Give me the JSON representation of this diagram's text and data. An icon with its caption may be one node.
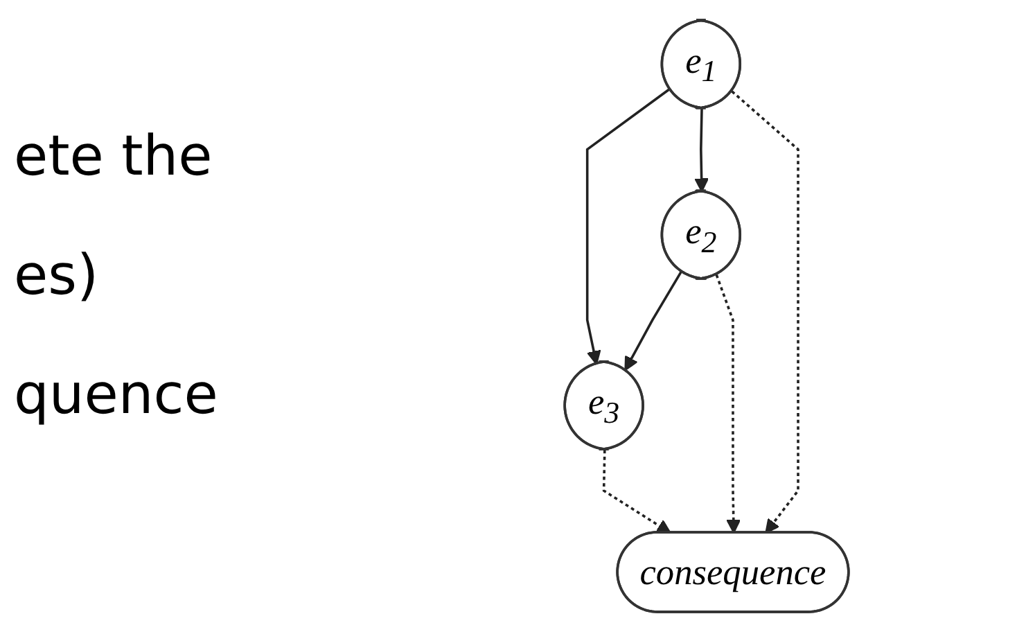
{
  "diagram": {
    "nodes": [
      {
        "text": [
          "e$_{1}$"
        ]
      },
      {
        "text": [
          "e$_{3}$"
        ]
      },
      {
        "text": [
          "e$_{2}$"
        ]
      },
      {
        "text": [
          "consequence"
        ]
      }
    ],
    "edges": [
      {
        "from": 0,
        "to": 1,
        "arrow": "to"
      },
      {
        "from": 0,
        "to": 2,
        "arrow": "to"
      },
      {
        "from": 2,
        "to": 1,
        "arrow": "to"
      },
      {
        "from": 0,
        "to": 3,
        "arrow": "to",
        "style": "dashed"
      },
      {
        "from": 2,
        "to": 3,
        "arrow": "to",
        "style": "dashed"
      },
      {
        "from": 1,
        "to": 3,
        "arrow": "to",
        "style": "dashed"
      }
    ],
    "labels": [
      "ete the",
      "es)",
      "quence"
    ]
  }
}
